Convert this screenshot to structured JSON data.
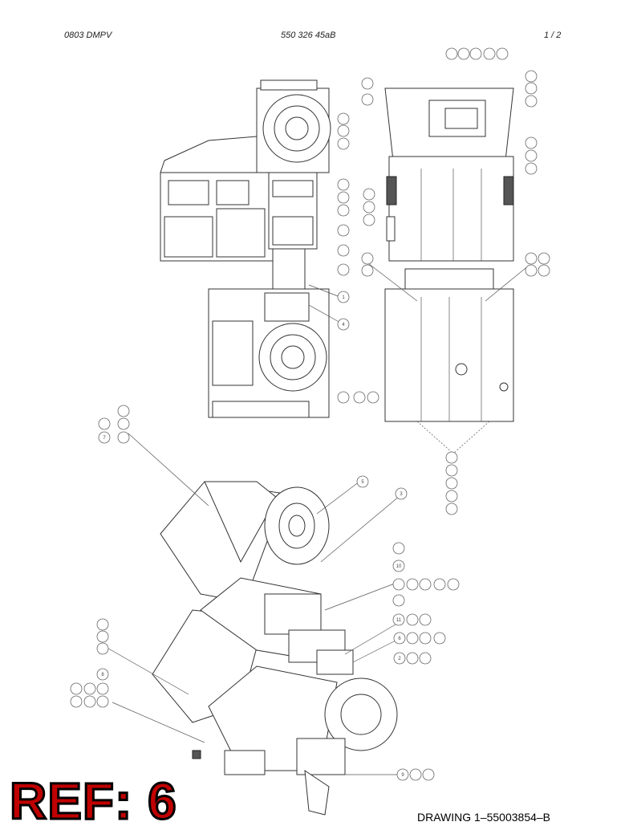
{
  "header": {
    "left": "0803 DMPV",
    "center": "550 326 45aB",
    "right": "1 /  2"
  },
  "ref_label": "REF: 6",
  "drawing_number": "DRAWING 1–55003854–B",
  "callouts": {
    "c1": "1",
    "c4": "4",
    "c5": "5",
    "c3": "3",
    "c10": "10",
    "c11": "11",
    "c6": "6",
    "c9": "9",
    "c7": "7",
    "c2": "2",
    "c8": "8"
  }
}
